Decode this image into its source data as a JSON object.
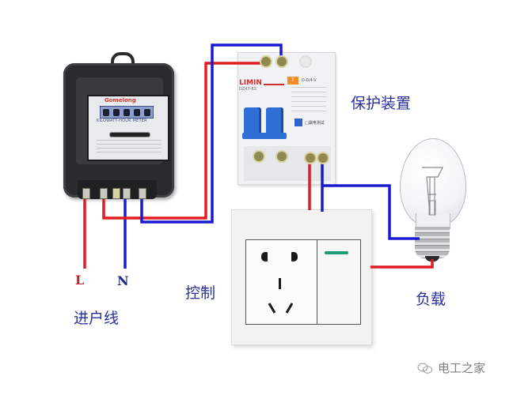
{
  "diagram": {
    "type": "household wiring diagram",
    "components": {
      "meter": {
        "brand": "Gomelong",
        "title": "KILOWATT-HOUR METER",
        "counter_digits": 5,
        "terminals": 4
      },
      "breaker": {
        "brand": "LIMIN",
        "model": "DZ47-63",
        "tag": "T",
        "code": "D-0/4-V",
        "test_label": "□漏电测试"
      },
      "panel": {
        "socket": "five-hole socket",
        "switch": "single rocker switch"
      },
      "bulb": "incandescent bulb"
    },
    "wires": {
      "live_color": "#e01b22",
      "neutral_color": "#1a1ad0"
    }
  },
  "labels": {
    "L": "L",
    "N": "N",
    "incoming": "进户线",
    "control": "控制",
    "protection": "保护装置",
    "load": "负载"
  },
  "watermark": {
    "icon": "wechat-icon",
    "text": "电工之家"
  }
}
